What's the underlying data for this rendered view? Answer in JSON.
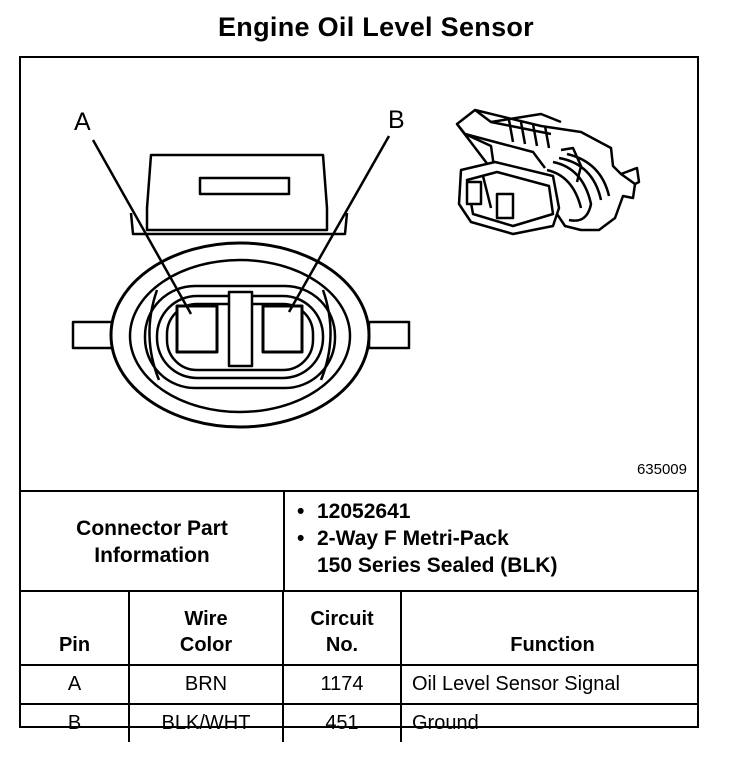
{
  "title": "Engine Oil Level Sensor",
  "diagram": {
    "pin_label_a": "A",
    "pin_label_b": "B",
    "figure_id": "635009"
  },
  "connector_info": {
    "label_line1": "Connector Part",
    "label_line2": "Information",
    "bullet": "•",
    "part_number": "12052641",
    "description_line1": "2-Way F Metri-Pack",
    "description_line2": "150 Series Sealed (BLK)"
  },
  "pin_table": {
    "headers": {
      "pin": "Pin",
      "wire_color_1": "Wire",
      "wire_color_2": "Color",
      "circuit_1": "Circuit",
      "circuit_2": "No.",
      "function": "Function"
    },
    "rows": [
      {
        "pin": "A",
        "wire_color": "BRN",
        "circuit": "1174",
        "function": "Oil Level Sensor Signal"
      },
      {
        "pin": "B",
        "wire_color": "BLK/WHT",
        "circuit": "451",
        "function": "Ground"
      }
    ]
  }
}
